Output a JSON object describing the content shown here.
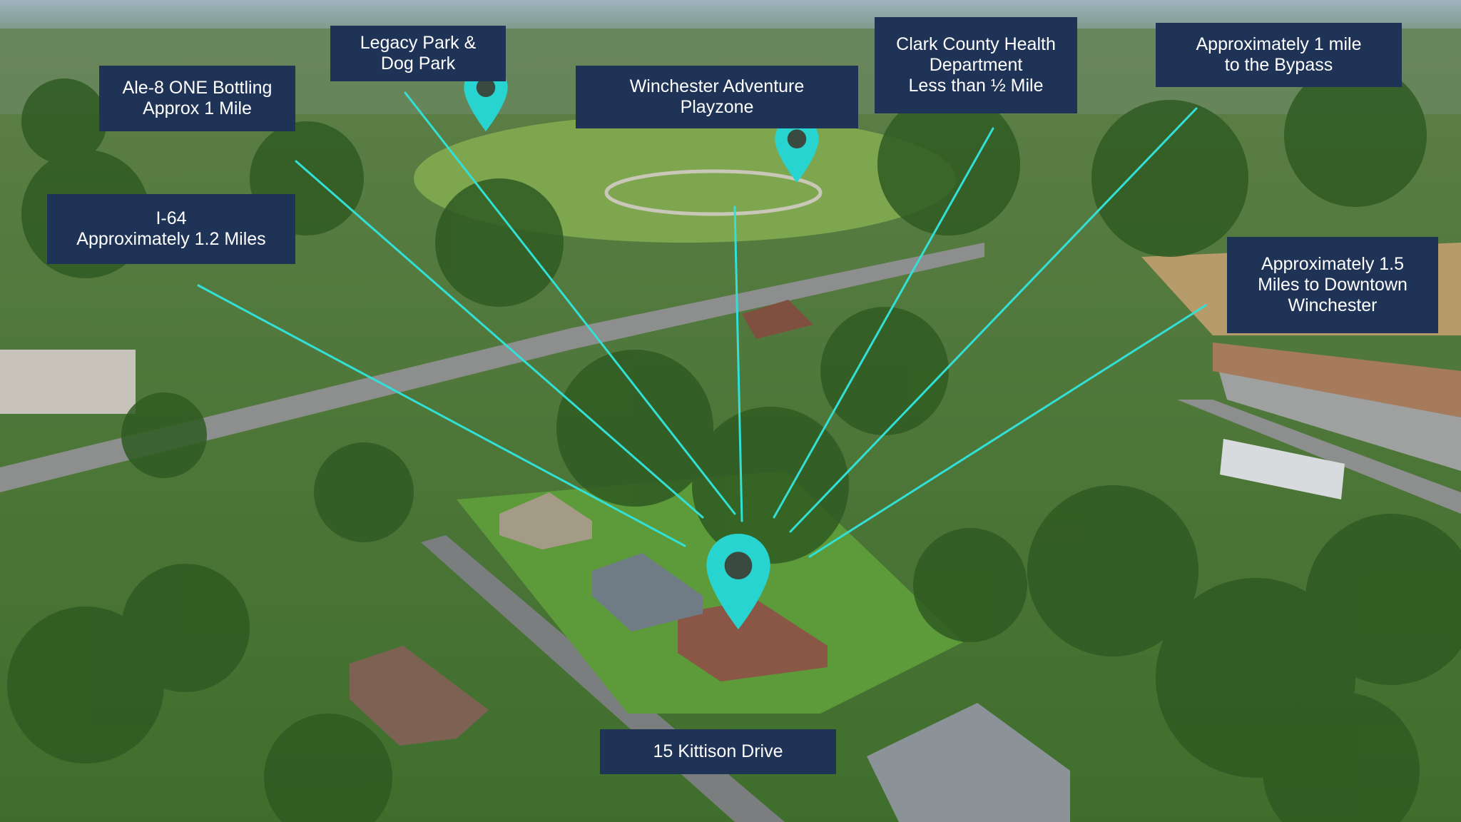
{
  "labels": {
    "legacy_park": [
      "Legacy Park &",
      "Dog Park"
    ],
    "ale8": [
      "Ale-8 ONE Bottling",
      "Approx 1 Mile"
    ],
    "adventure_playzone": [
      "Winchester Adventure",
      "Playzone"
    ],
    "health_department": [
      "Clark County Health",
      "Department",
      "Less than ½ Mile"
    ],
    "bypass": [
      "Approximately 1 mile",
      "to the Bypass"
    ],
    "i64": [
      "I-64",
      "Approximately 1.2 Miles"
    ],
    "downtown": [
      "Approximately 1.5",
      "Miles to Downtown",
      "Winchester"
    ],
    "property": [
      "15 Kittison Drive"
    ]
  },
  "colors": {
    "label_bg": "#1f3357",
    "label_text": "#ffffff",
    "pin": "#28d4cf",
    "connector": "#32e0d6"
  },
  "icons": [
    "map-pin-icon"
  ]
}
